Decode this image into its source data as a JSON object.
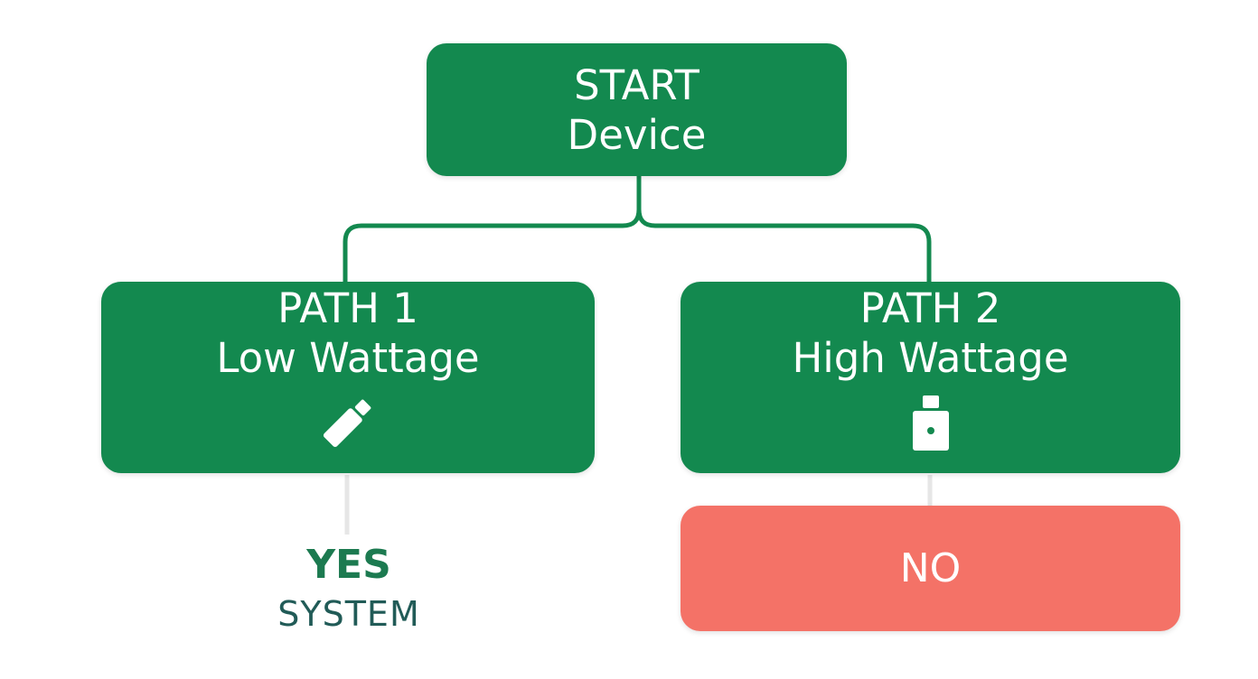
{
  "colors": {
    "node_green": "#13894f",
    "node_red": "#f47267",
    "connector_green": "#13894f",
    "yes_text": "#1c7a50",
    "system_text": "#215b57"
  },
  "start": {
    "line1": "START",
    "line2": "Device"
  },
  "path1": {
    "line1": "PATH 1",
    "line2": "Low Wattage",
    "icon": "usb-stick-icon"
  },
  "path2": {
    "line1": "PATH 2",
    "line2": "High Wattage",
    "icon": "power-adapter-icon"
  },
  "outcome_yes": {
    "line1": "YES",
    "line2": "SYSTEM"
  },
  "outcome_no": {
    "line1": "NO"
  }
}
